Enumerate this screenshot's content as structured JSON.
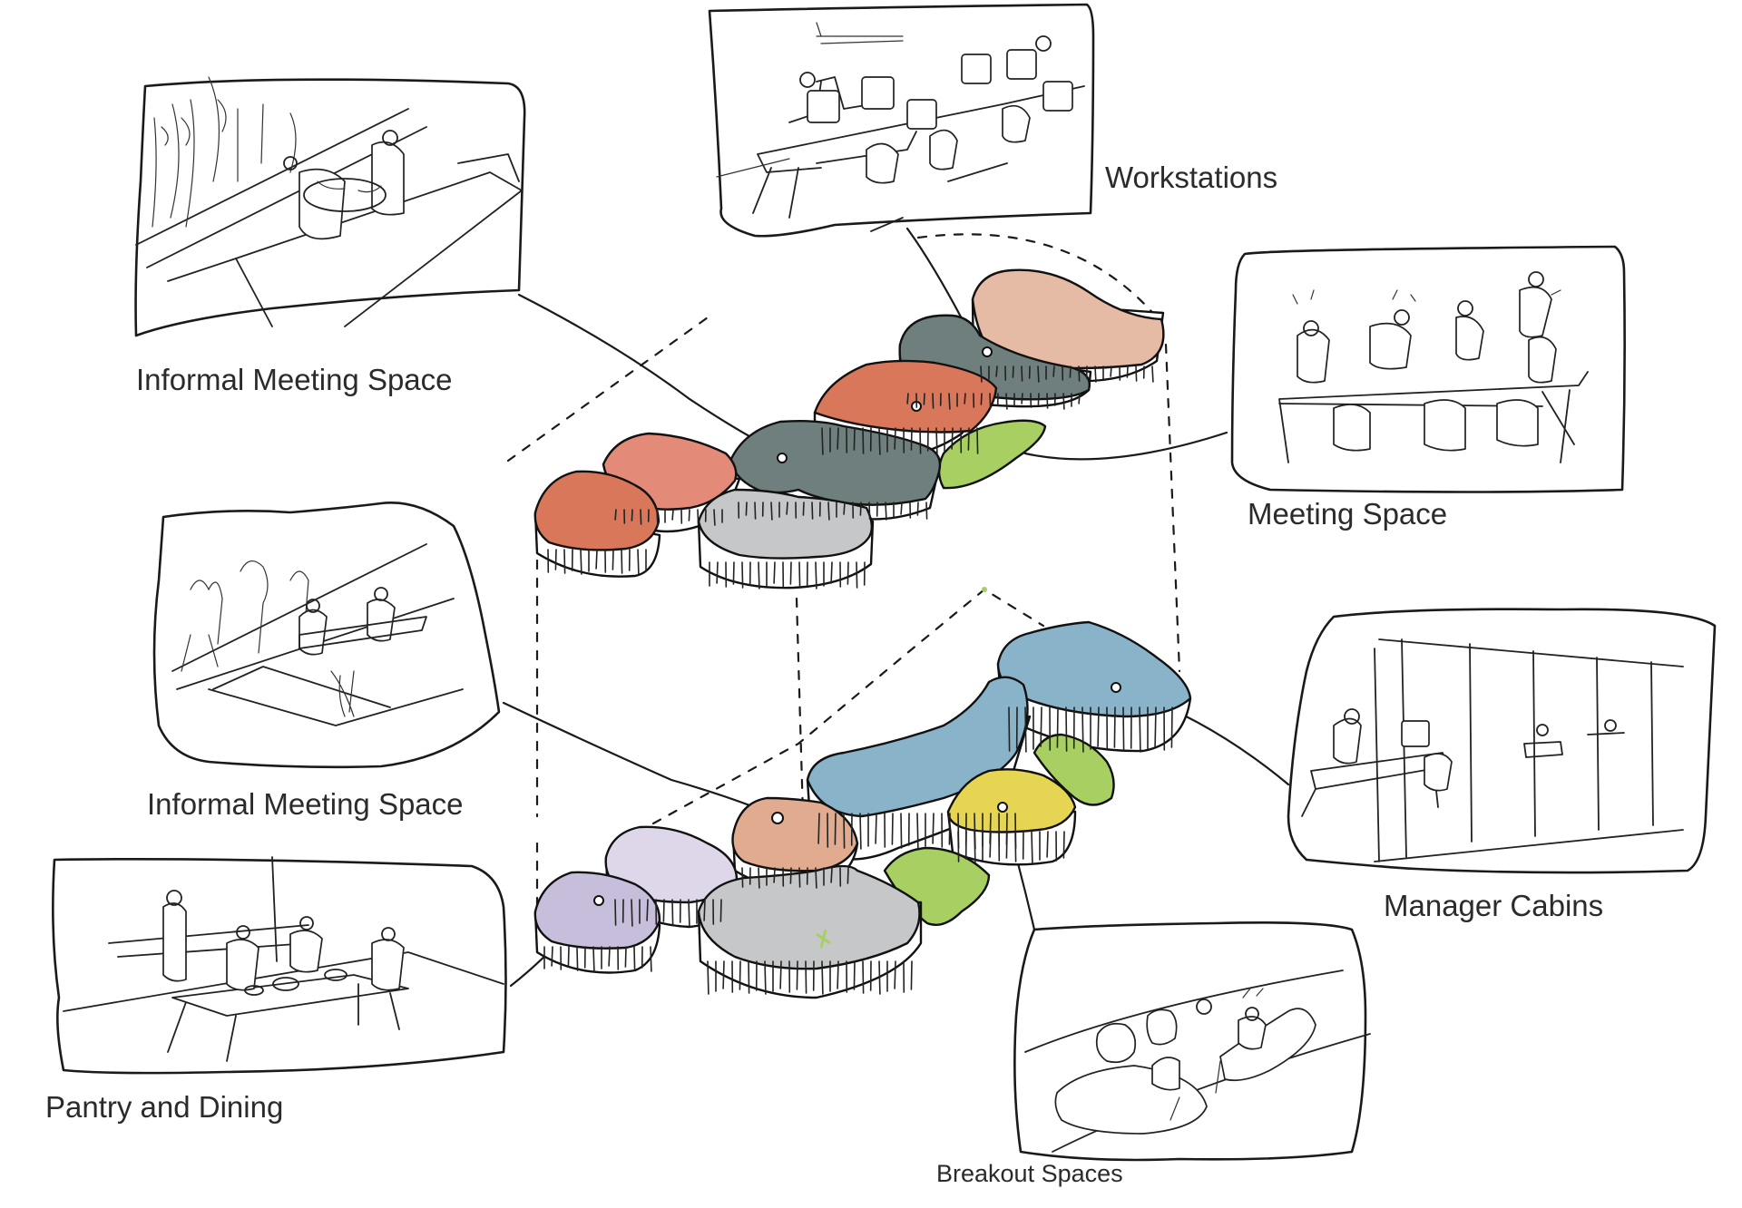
{
  "labels": {
    "workstations": "Workstations",
    "informal_meeting_upper": "Informal Meeting Space",
    "meeting_space": "Meeting Space",
    "informal_meeting_lower": "Informal Meeting Space",
    "manager_cabins": "Manager Cabins",
    "pantry_dining": "Pantry and Dining",
    "breakout_spaces": "Breakout Spaces"
  },
  "colors": {
    "orange_red": "#d9775b",
    "salmon": "#e38a78",
    "slate": "#6f7f7e",
    "light_gray": "#c6c7c9",
    "peach": "#e6bba6",
    "lime": "#a7cf62",
    "blue": "#89b3c8",
    "lavender_dark": "#c6bedb",
    "lavender_light": "#ddd7e9",
    "tan": "#e0ab8e",
    "yellow": "#e6d552"
  }
}
